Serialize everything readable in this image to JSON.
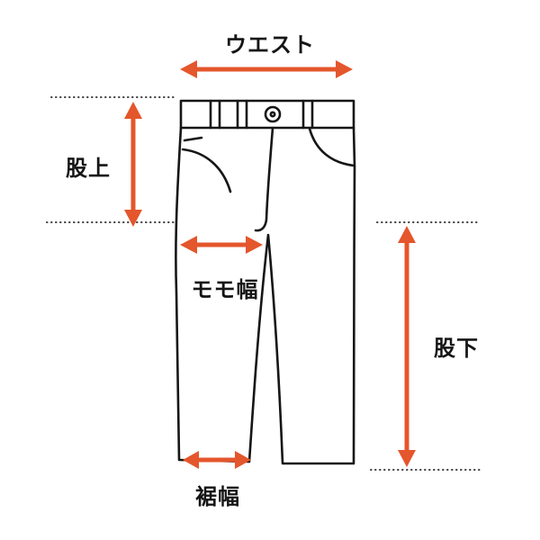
{
  "labels": {
    "waist": "ウエスト",
    "rise": "股上",
    "thigh_width": "モモ幅",
    "inseam": "股下",
    "hem_width": "裾幅"
  },
  "colors": {
    "arrow": "#e4562c",
    "outline": "#161616",
    "dotted": "#3c3c3c"
  }
}
